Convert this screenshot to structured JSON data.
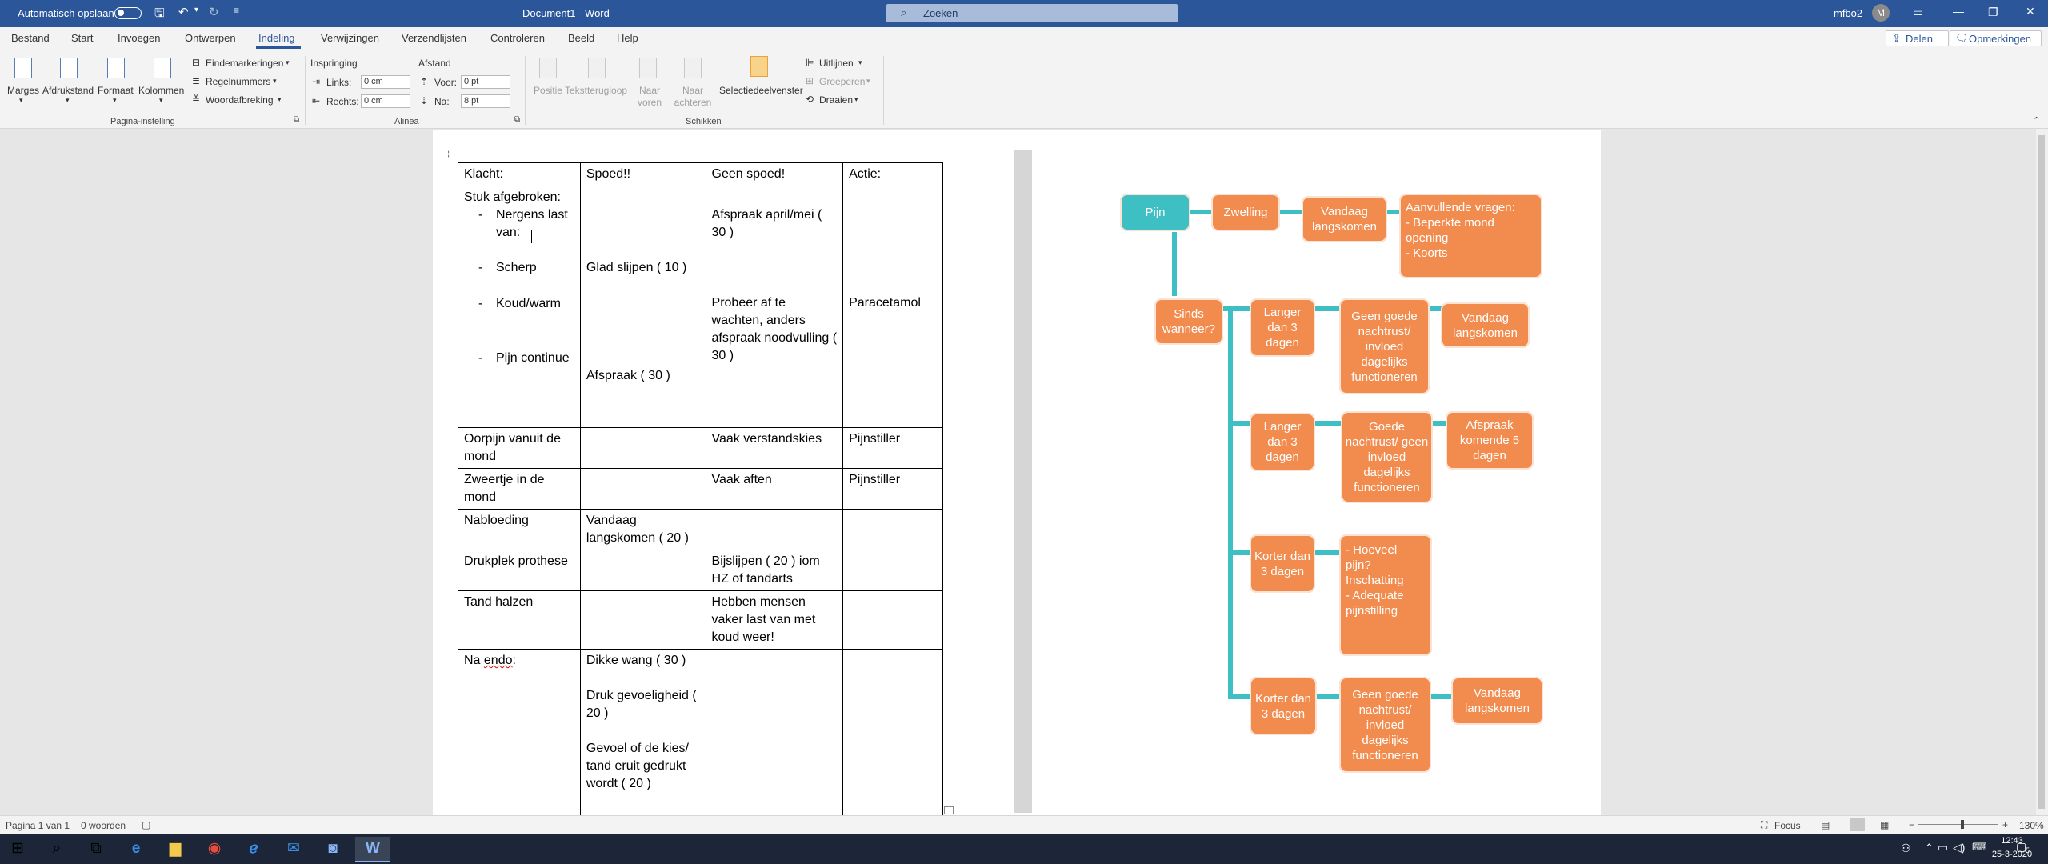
{
  "titlebar": {
    "autosave_label": "Automatisch opslaan",
    "doc_title": "Document1 - Word",
    "search_placeholder": "Zoeken",
    "user": "mfbo2",
    "avatar_initial": "M",
    "save_icon": "save-icon",
    "undo_icon": "undo-icon"
  },
  "tabs": [
    "Bestand",
    "Start",
    "Invoegen",
    "Ontwerpen",
    "Indeling",
    "Verwijzingen",
    "Verzendlijsten",
    "Controleren",
    "Beeld",
    "Help"
  ],
  "active_tab": "Indeling",
  "topright": {
    "share": "Delen",
    "comments": "Opmerkingen"
  },
  "ribbon": {
    "page_setup": {
      "marges": "Marges",
      "afdrukstand": "Afdrukstand",
      "formaat": "Formaat",
      "kolommen": "Kolommen",
      "eindmarkeringen": "Eindemarkeringen",
      "regelnummers": "Regelnummers",
      "woordafbreking": "Woordafbreking",
      "group_label": "Pagina-instelling"
    },
    "paragraph": {
      "inspringing": "Inspringing",
      "afstand": "Afstand",
      "links_label": "Links:",
      "links_value": "0 cm",
      "rechts_label": "Rechts:",
      "rechts_value": "0 cm",
      "voor_label": "Voor:",
      "voor_value": "0 pt",
      "na_label": "Na:",
      "na_value": "8 pt",
      "group_label": "Alinea"
    },
    "arrange": {
      "positie": "Positie",
      "tekstterugloop": "Tekstterugloop",
      "naar_voren": "Naar voren",
      "naar_achteren": "Naar achteren",
      "selectiedeelvenster": "Selectiedeelvenster",
      "uitlijnen": "Uitlijnen",
      "groeperen": "Groeperen",
      "draaien": "Draaien",
      "group_label": "Schikken"
    }
  },
  "table": {
    "headers": [
      "Klacht:",
      "Spoed!!",
      "Geen spoed!",
      "Actie:"
    ],
    "block1": {
      "title": "Stuk afgebroken:",
      "b1": "Nergens last van:",
      "b2": "Scherp",
      "b3": "Koud/warm",
      "b4": "Pijn continue",
      "spoed_scherp": "Glad slijpen ( 10 )",
      "spoed_pijn": "Afspraak ( 30 )",
      "geen_nergens": "Afspraak april/mei ( 30 )",
      "geen_koud": "Probeer af te wachten, anders afspraak noodvulling ( 30 )",
      "actie_koud": "Paracetamol"
    },
    "rows": [
      {
        "klacht": "Oorpijn vanuit de mond",
        "spoed": "",
        "geen": "Vaak verstandskies",
        "actie": "Pijnstiller"
      },
      {
        "klacht": "Zweertje in de mond",
        "spoed": "",
        "geen": "Vaak aften",
        "actie": "Pijnstiller"
      },
      {
        "klacht": "Nabloeding",
        "spoed": "Vandaag langskomen ( 20 )",
        "geen": "",
        "actie": ""
      },
      {
        "klacht": "Drukplek prothese",
        "spoed": "",
        "geen": "Bijslijpen ( 20 ) iom HZ of tandarts",
        "actie": ""
      },
      {
        "klacht": "Tand halzen",
        "spoed": "",
        "geen": "Hebben mensen vaker last van met koud weer!",
        "actie": ""
      }
    ],
    "endo": {
      "klacht_prefix": "Na ",
      "klacht_word": "endo",
      "klacht_suffix": ":",
      "s1": "Dikke wang ( 30 )",
      "s2": "Druk gevoeligheid ( 20 )",
      "s3": "Gevoel of de kies/ tand eruit gedrukt wordt ( 20 )"
    }
  },
  "mindmap": {
    "pijn": "Pijn",
    "zwelling": "Zwelling",
    "vandaag1": "Vandaag langskomen",
    "aanvullend_title": "Aanvullende vragen:",
    "aanvullend_1": "- Beperkte mond opening",
    "aanvullend_2": "- Koorts",
    "sinds": "Sinds wanneer?",
    "langer1": "Langer dan 3 dagen",
    "geen_goede1": "Geen goede nachtrust/ invloed dagelijks functioneren",
    "vandaag2": "Vandaag langskomen",
    "langer2": "Langer dan 3 dagen",
    "goede": "Goede nachtrust/ geen invloed dagelijks functioneren",
    "afspraak5": "Afspraak komende 5 dagen",
    "korter1": "Korter dan 3 dagen",
    "hoeveel_1": "- Hoeveel pijn? Inschatting",
    "hoeveel_2": "- Adequate pijnstilling",
    "korter2": "Korter dan 3 dagen",
    "geen_goede2": "Geen goede nachtrust/ invloed dagelijks functioneren",
    "vandaag3": "Vandaag langskomen"
  },
  "status": {
    "page": "Pagina 1 van 1",
    "words": "0 woorden",
    "focus": "Focus",
    "zoom": "130%"
  },
  "taskbar": {
    "time": "12:43",
    "date": "25-3-2020",
    "notification_count": "5"
  },
  "colors": {
    "word_blue": "#2b579a",
    "node_orange": "#f28b4e",
    "node_teal": "#3dbfc3"
  }
}
